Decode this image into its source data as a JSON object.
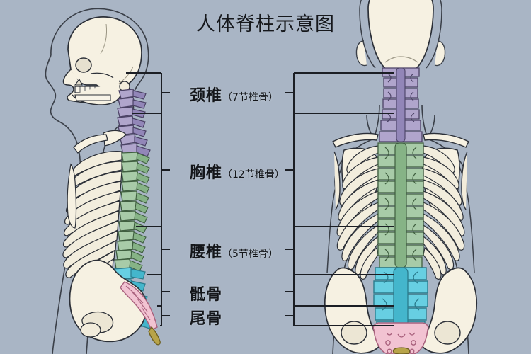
{
  "page": {
    "title": "人体脊柱示意图",
    "background_color": "#a9b5c5"
  },
  "labels": [
    {
      "name": "cervical",
      "main": "颈椎",
      "detail": "（7节椎骨）",
      "color": "#b0a5cc"
    },
    {
      "name": "thoracic",
      "main": "胸椎",
      "detail": "（12节椎骨）",
      "color": "#a8cba8"
    },
    {
      "name": "lumbar",
      "main": "腰椎",
      "detail": "（5节椎骨）",
      "color": "#67cfe2"
    },
    {
      "name": "sacrum",
      "main": "骶骨",
      "detail": "",
      "color": "#f2c3d2"
    },
    {
      "name": "coccyx",
      "main": "尾骨",
      "detail": "",
      "color": "#b8a44a"
    }
  ],
  "figures": {
    "left": {
      "name": "lateral-view-skeleton"
    },
    "right": {
      "name": "posterior-view-skeleton"
    }
  },
  "palette": {
    "bone": "#f6f1e2",
    "bone_shadow": "#e6e0cf",
    "rib_shade": "#b9bdc9",
    "outline": "#2b2f37",
    "body_outline": "#3a3f48",
    "leader_line": "#1b1e24",
    "cervical": "#b0a5cc",
    "cervical_dark": "#9286b8",
    "thoracic": "#a8cba8",
    "thoracic_dark": "#86b386",
    "lumbar": "#67cfe2",
    "lumbar_dark": "#44b6cc",
    "sacrum": "#f2c3d2",
    "sacrum_dark": "#e0a3b7",
    "coccyx": "#b8a44a",
    "skin": "#f6f1e2"
  }
}
